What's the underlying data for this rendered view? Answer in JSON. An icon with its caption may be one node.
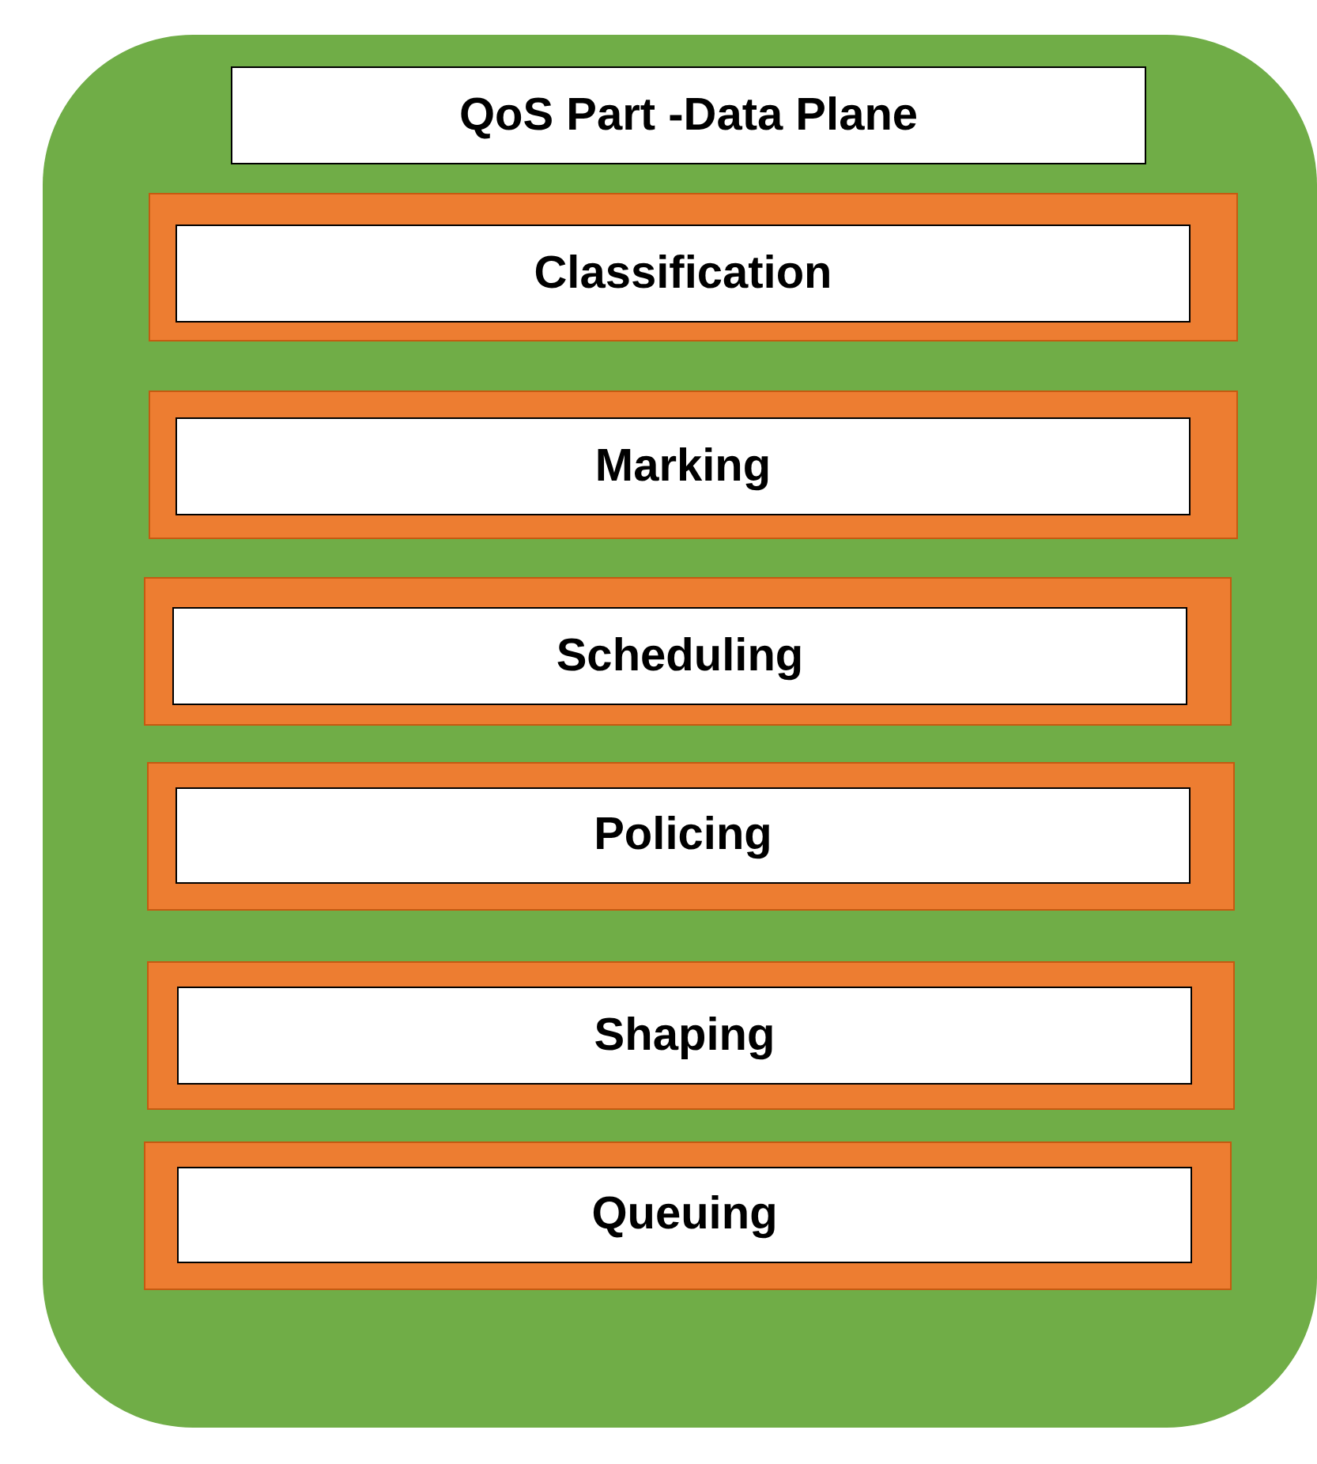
{
  "diagram": {
    "nodes": [
      {
        "text": [],
        "shape": "box"
      },
      {
        "text": [
          "QoS Part -Data Plane"
        ],
        "in": 0
      },
      {
        "text": [],
        "shape": "box",
        "in": 0
      },
      {
        "text": [
          "Classification"
        ],
        "in": 2
      },
      {
        "text": [],
        "shape": "box",
        "in": 0
      },
      {
        "text": [
          "Marking"
        ],
        "in": 4
      },
      {
        "text": [],
        "shape": "box",
        "in": 0
      },
      {
        "text": [
          "Scheduling"
        ],
        "in": 6
      },
      {
        "text": [],
        "shape": "box",
        "in": 0
      },
      {
        "text": [
          "Policing"
        ],
        "in": 8
      },
      {
        "text": [],
        "shape": "box",
        "in": 0
      },
      {
        "text": [
          "Shaping"
        ],
        "in": 10
      },
      {
        "text": [],
        "shape": "box",
        "in": 0
      },
      {
        "text": [
          "Queuing"
        ],
        "in": 12
      }
    ]
  }
}
